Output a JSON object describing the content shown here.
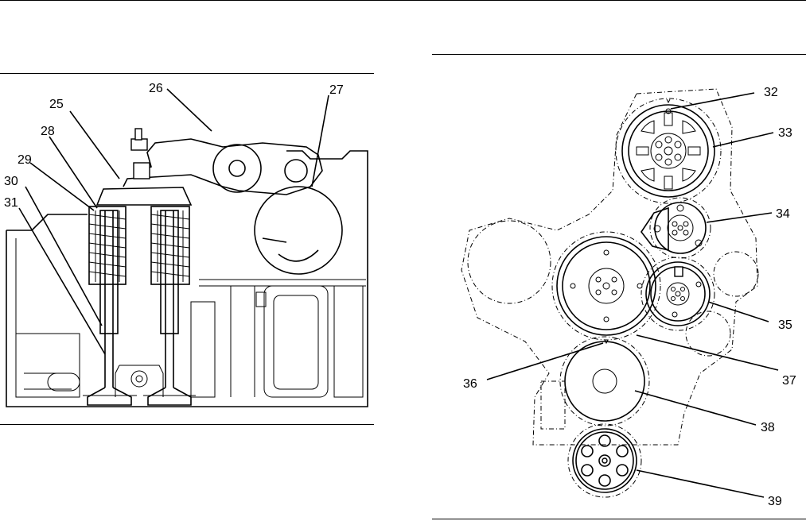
{
  "left_figure": {
    "callouts": [
      "25",
      "26",
      "27",
      "28",
      "29",
      "30",
      "31"
    ]
  },
  "right_figure": {
    "callouts": [
      "32",
      "33",
      "34",
      "35",
      "36",
      "37",
      "38",
      "39"
    ]
  }
}
